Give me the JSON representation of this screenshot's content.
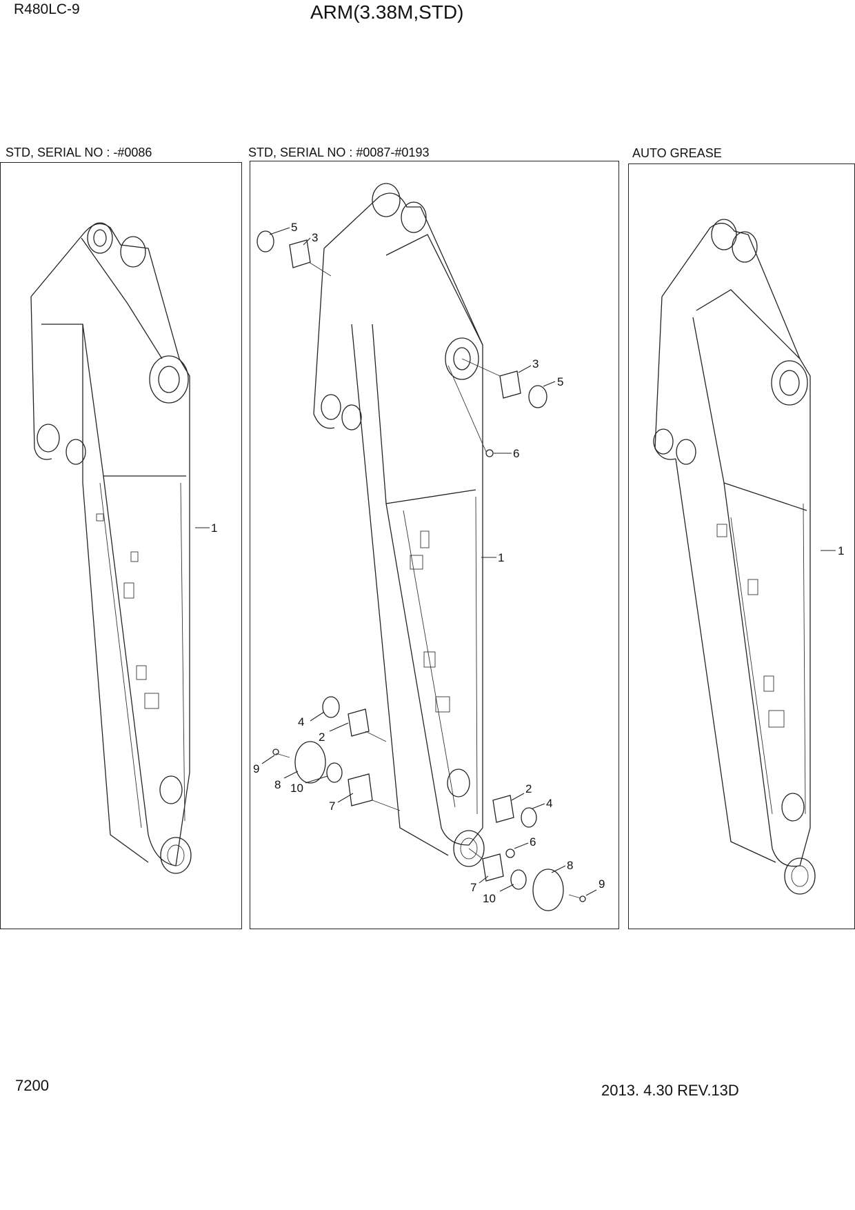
{
  "header": {
    "model": "R480LC-9",
    "title": "ARM(3.38M,STD)"
  },
  "panels": [
    {
      "label": "STD, SERIAL NO : -#0086"
    },
    {
      "label": "STD, SERIAL NO : #0087-#0193"
    },
    {
      "label": "AUTO GREASE"
    }
  ],
  "callouts": {
    "p1": [
      "1"
    ],
    "p2": [
      "5",
      "3",
      "3",
      "5",
      "6",
      "1",
      "4",
      "2",
      "9",
      "8",
      "10",
      "7",
      "2",
      "4",
      "6",
      "8",
      "7",
      "10",
      "9"
    ],
    "p3": [
      "1"
    ]
  },
  "footer": {
    "page": "7200",
    "date_rev": "2013. 4.30  REV.13D"
  }
}
